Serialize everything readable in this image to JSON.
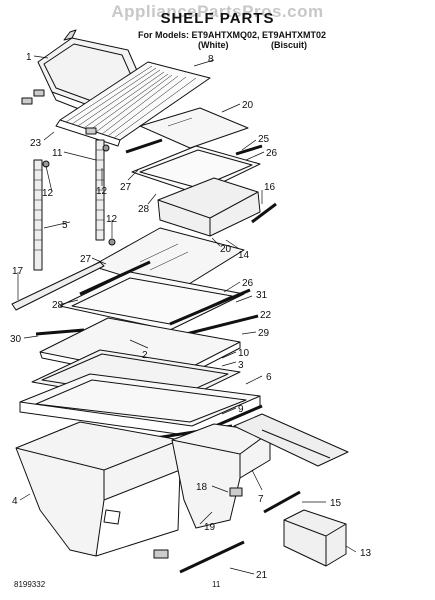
{
  "watermark": "AppliancePartsPros.com",
  "header": {
    "title": "SHELF PARTS",
    "models": "For Models: ET9AHTXMQ02, ET9AHTXMT02",
    "variant_white": "(White)",
    "variant_biscuit": "(Biscuit)"
  },
  "footer": {
    "doc_number": "8199332",
    "page_number": "11"
  },
  "callouts": [
    {
      "id": "c1",
      "label": "1"
    },
    {
      "id": "c8",
      "label": "8"
    },
    {
      "id": "c20a",
      "label": "20"
    },
    {
      "id": "c23",
      "label": "23"
    },
    {
      "id": "c11",
      "label": "11"
    },
    {
      "id": "c25",
      "label": "25"
    },
    {
      "id": "c26a",
      "label": "26"
    },
    {
      "id": "c27a",
      "label": "27"
    },
    {
      "id": "c12a",
      "label": "12"
    },
    {
      "id": "c12b",
      "label": "12"
    },
    {
      "id": "c16",
      "label": "16"
    },
    {
      "id": "c28a",
      "label": "28"
    },
    {
      "id": "c5",
      "label": "5"
    },
    {
      "id": "c12c",
      "label": "12"
    },
    {
      "id": "c20b",
      "label": "20"
    },
    {
      "id": "c14",
      "label": "14"
    },
    {
      "id": "c27b",
      "label": "27"
    },
    {
      "id": "c17",
      "label": "17"
    },
    {
      "id": "c26b",
      "label": "26"
    },
    {
      "id": "c31",
      "label": "31"
    },
    {
      "id": "c28b",
      "label": "28"
    },
    {
      "id": "c22",
      "label": "22"
    },
    {
      "id": "c30",
      "label": "30"
    },
    {
      "id": "c29",
      "label": "29"
    },
    {
      "id": "c2",
      "label": "2"
    },
    {
      "id": "c10",
      "label": "10"
    },
    {
      "id": "c3",
      "label": "3"
    },
    {
      "id": "c6",
      "label": "6"
    },
    {
      "id": "c9",
      "label": "9"
    },
    {
      "id": "c4",
      "label": "4"
    },
    {
      "id": "c18",
      "label": "18"
    },
    {
      "id": "c7",
      "label": "7"
    },
    {
      "id": "c15",
      "label": "15"
    },
    {
      "id": "c19",
      "label": "19"
    },
    {
      "id": "c13",
      "label": "13"
    },
    {
      "id": "c21",
      "label": "21"
    }
  ]
}
